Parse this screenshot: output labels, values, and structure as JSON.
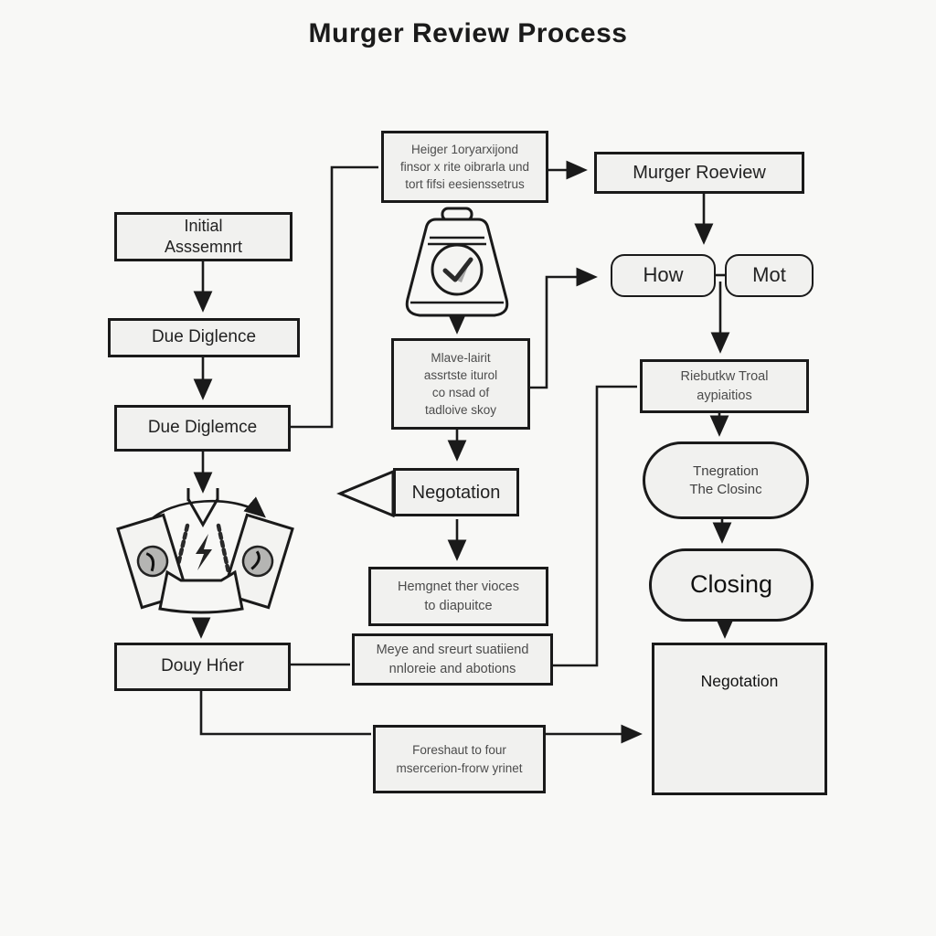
{
  "title": "Murger Review Process",
  "nodes": {
    "initial_assessment": {
      "label": "Initial\nAsssemnrt"
    },
    "due_diligence_1": {
      "label": "Due Diglence"
    },
    "due_diligence_2": {
      "label": "Due Diglemce"
    },
    "douy_hner": {
      "label": "Douy Hńer"
    },
    "heiger_note": {
      "label": "Heiger 1oryarxijond\nfinsor x rite oibrarla und\ntort fifsi eesienssetrus"
    },
    "murger_review": {
      "label": "Murger Roeview"
    },
    "how": {
      "label": "How"
    },
    "mot": {
      "label": "Mot"
    },
    "mlave_note": {
      "label": "Mlave-lairit\nassrtste iturol\nco nsad of\ntadloive skoy"
    },
    "negotation_pencil": {
      "label": "Negotation"
    },
    "hemgnet_note": {
      "label": "Hemgnet ther vioces\nto diapuitce"
    },
    "meye_note": {
      "label": "Meye and sreurt suatiiend\nnnloreie and abotions"
    },
    "riebutkw": {
      "label": "Riebutkw Troal\naypiaitios"
    },
    "tnegration": {
      "label": "Tnegration\nThe Closinc"
    },
    "closing": {
      "label": "Closing"
    },
    "foreshaut": {
      "label": "Foreshaut to four\nmsercerion-frorw yrinet"
    },
    "negotation_chart": {
      "label": "Negotation"
    }
  },
  "icons": {
    "bell_check": "bell-with-checkmark-icon",
    "scale": "balance-scale-with-cards-icon",
    "lightning": "lightning-bolt-icon",
    "table": "circled-table-grid-icon",
    "bar_chart": "bar-chart-with-growth-arrows-icon"
  },
  "colors": {
    "background": "#f8f8f6",
    "box_fill": "#f1f1ef",
    "border": "#1a1a1a",
    "note_text": "#4c4c4c"
  }
}
